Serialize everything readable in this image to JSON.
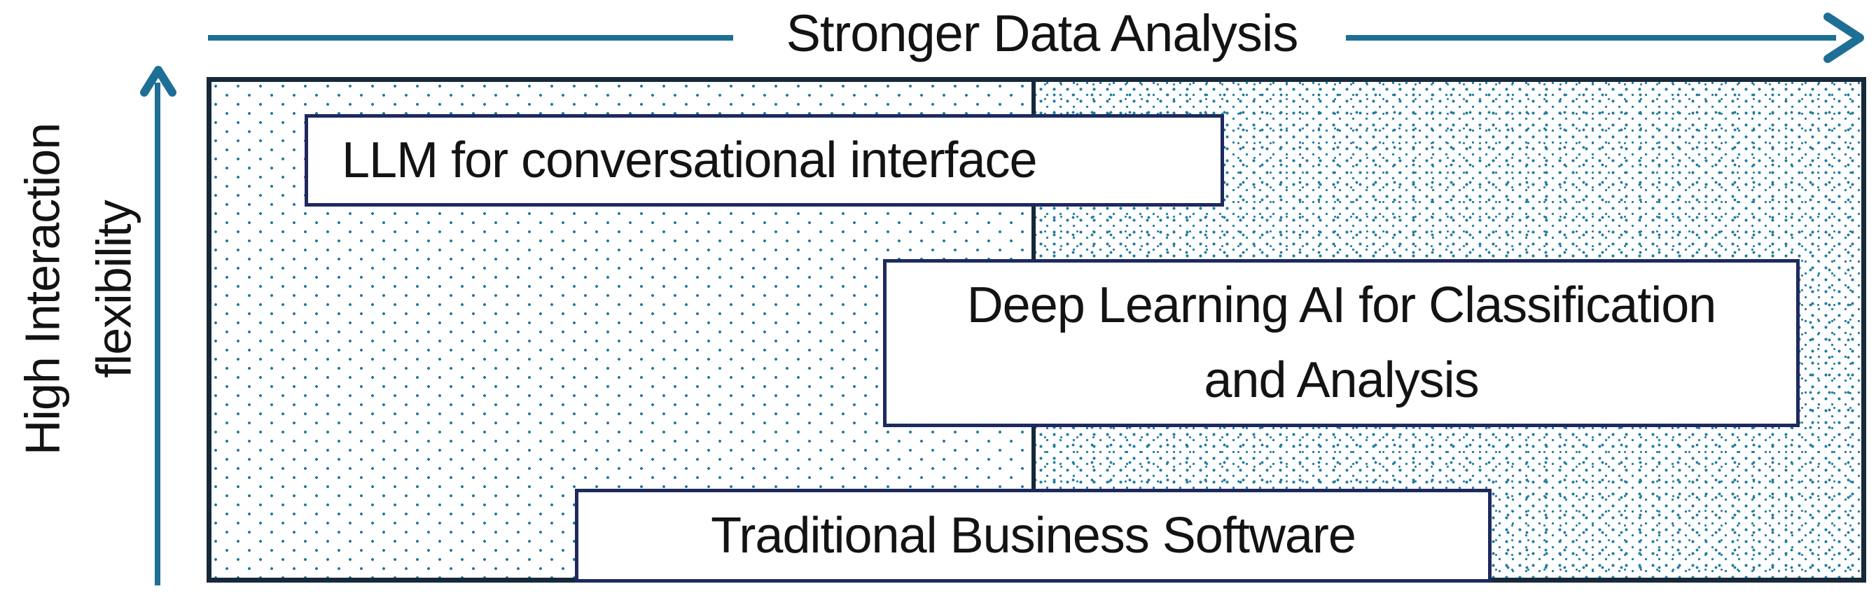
{
  "diagram": {
    "x_axis": {
      "label": "Stronger Data Analysis",
      "direction": "right"
    },
    "y_axis": {
      "label_line1": "High Interaction",
      "label_line2": "flexibility",
      "direction": "up"
    },
    "regions": {
      "left_pattern": "sparse-dots",
      "right_pattern": "dense-dots"
    },
    "boxes": {
      "llm": {
        "label": "LLM for conversational interface"
      },
      "deep_learning": {
        "line1": "Deep Learning AI for Classification",
        "line2": "and Analysis"
      },
      "traditional": {
        "label": "Traditional Business Software"
      }
    },
    "icons": {
      "x_arrow": "right-arrow-icon",
      "y_arrow": "up-arrow-icon"
    },
    "colors": {
      "axis": "#1d6f96",
      "frame_border": "#16293a",
      "box_border": "#1e2a5e",
      "dots": "#217ba0",
      "text": "#131313",
      "box_fill": "#ffffff",
      "background": "#ffffff"
    }
  }
}
